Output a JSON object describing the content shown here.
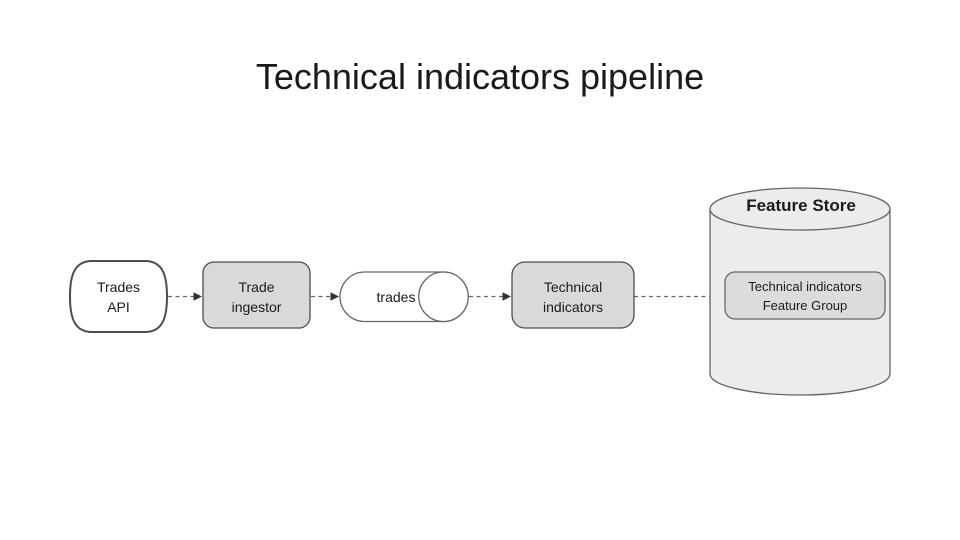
{
  "title": "Technical indicators pipeline",
  "colors": {
    "background": "#ffffff",
    "node_fill": "#d9d9d9",
    "white_fill": "#ffffff",
    "store_fill": "#ececec",
    "inner_fill": "#dcdcdc",
    "node_border": "#4d4d4d",
    "thin_border": "#666666",
    "edge": "#666666",
    "arrowhead": "#333333",
    "text": "#1a1a1a"
  },
  "nodes": {
    "trades_api": {
      "line1": "Trades",
      "line2": "API"
    },
    "trade_ingestor": {
      "line1": "Trade",
      "line2": "ingestor"
    },
    "trades_topic": {
      "label": "trades"
    },
    "technical_indicators": {
      "line1": "Technical",
      "line2": "indicators"
    },
    "feature_store": {
      "label": "Feature Store"
    },
    "feature_group": {
      "line1": "Technical indicators",
      "line2": "Feature Group"
    }
  },
  "edges": [
    {
      "from": "Trades API",
      "to": "Trade ingestor",
      "style": "dashed-arrow"
    },
    {
      "from": "Trade ingestor",
      "to": "trades",
      "style": "dashed-arrow"
    },
    {
      "from": "trades",
      "to": "Technical indicators",
      "style": "dashed-arrow"
    },
    {
      "from": "Technical indicators",
      "to": "Technical indicators Feature Group",
      "style": "dashed-arrow"
    }
  ]
}
